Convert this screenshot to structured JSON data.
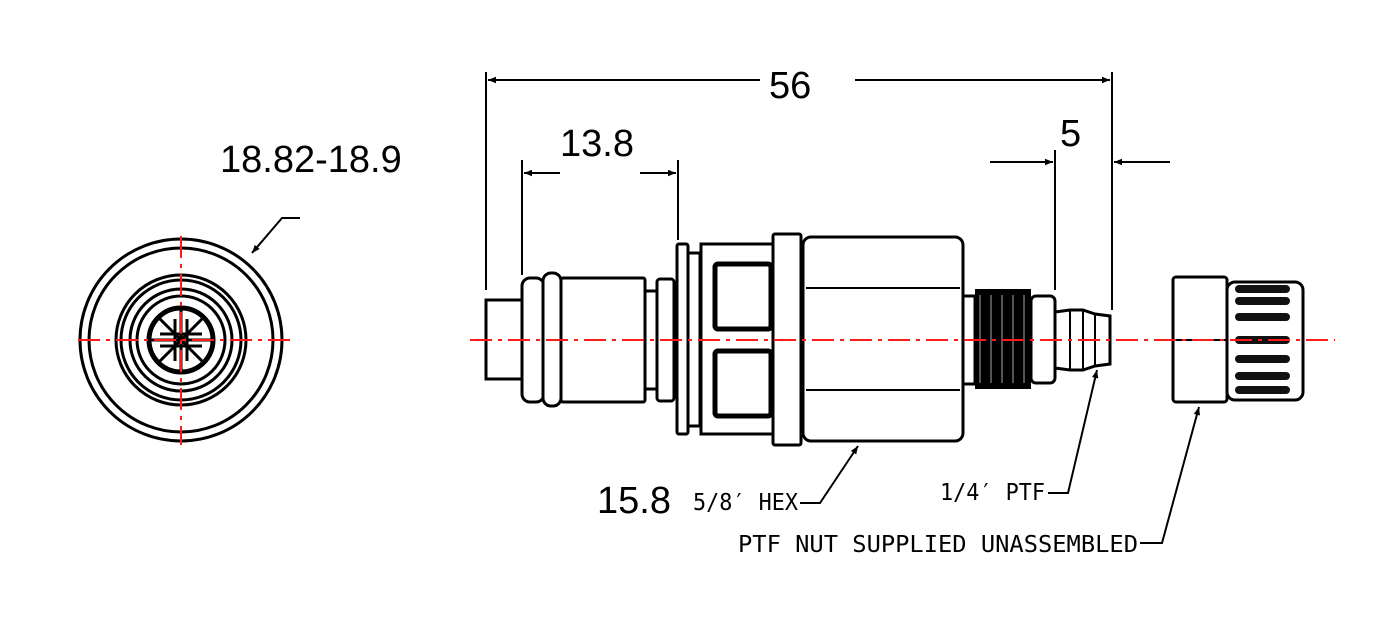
{
  "drawing": {
    "end_view": {
      "diameter_label": "18.82-18.9"
    },
    "side_view": {
      "overall_length": "56",
      "plug_length": "13.8",
      "barb_length": "5",
      "hex_size_mm": "15.8",
      "hex_note": "5/8′ HEX",
      "thread_note": "1/4′ PTF",
      "nut_note": "PTF NUT SUPPLIED UNASSEMBLED"
    },
    "colors": {
      "centerline": "#ff1a1a",
      "outline": "#000000"
    }
  }
}
